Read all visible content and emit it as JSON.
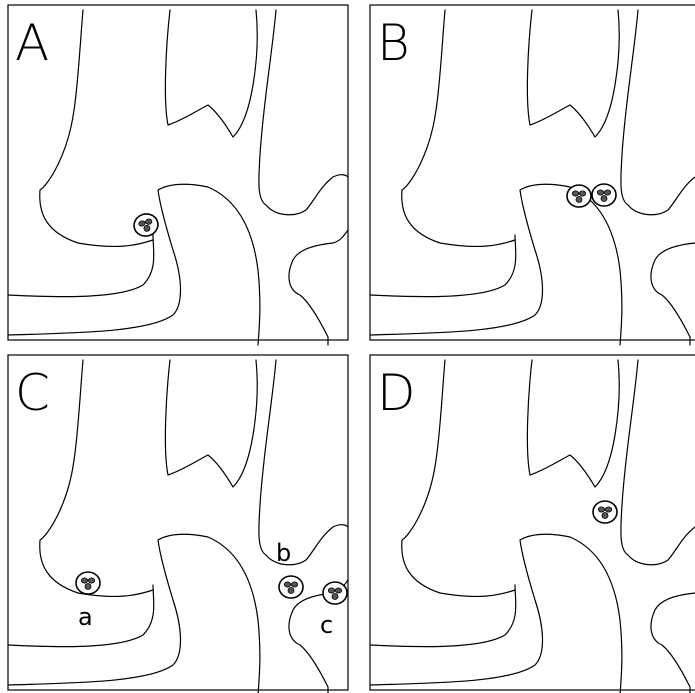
{
  "figure": {
    "panels": [
      {
        "id": "A",
        "label": "A",
        "region_labels": []
      },
      {
        "id": "B",
        "label": "B",
        "region_labels": []
      },
      {
        "id": "C",
        "label": "C",
        "region_labels": [
          {
            "id": "a",
            "text": "a"
          },
          {
            "id": "b",
            "text": "b"
          },
          {
            "id": "c",
            "text": "c"
          }
        ]
      },
      {
        "id": "D",
        "label": "D",
        "region_labels": []
      }
    ],
    "colors": {
      "line": "#000000",
      "background": "#ffffff",
      "particle_fill": "#555555"
    }
  }
}
